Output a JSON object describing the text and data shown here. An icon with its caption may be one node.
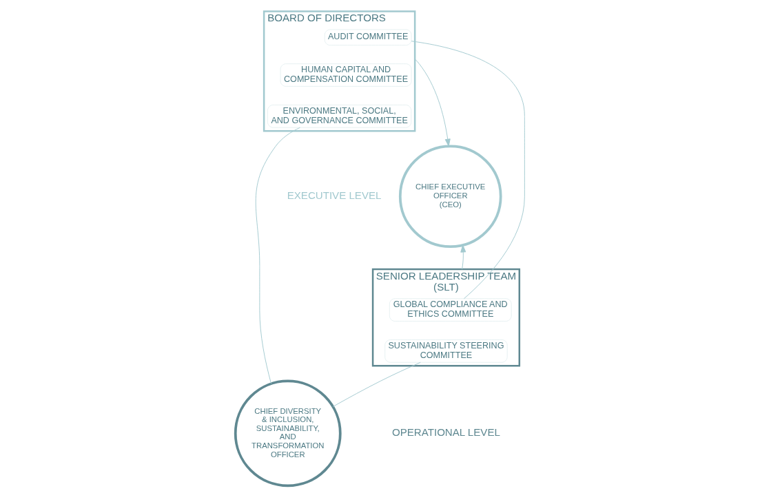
{
  "diagram": {
    "nodes": [
      {
        "text": [
          "BOARD OF DIRECTORS"
        ]
      },
      {
        "text": [
          "AUDIT COMMITTEE"
        ],
        "in": 0
      },
      {
        "text": [
          "HUMAN CAPITAL AND COMPENSATION COMMITTEE"
        ],
        "in": 0
      },
      {
        "text": [
          "ENVIRONMENTAL, SOCIAL, AND GOVERNANCE COMMITTEE"
        ],
        "in": 0
      },
      {
        "text": [
          "CHIEF EXECUTIVE OFFICER",
          "(CEO)"
        ]
      },
      {
        "text": [
          "SENIOR LEADERSHIP TEAM (SLT)"
        ]
      },
      {
        "text": [
          "GLOBAL COMPLIANCE AND ETHICS COMMITTEE"
        ],
        "in": 5
      },
      {
        "text": [
          "SUSTAINABILITY STEERING COMMITTEE"
        ],
        "in": 5
      },
      {
        "text": [
          "CHIEF DIVERSITY & INCLUSION, SUSTAINABILITY, AND TRANSFORMATION OFFICER"
        ]
      }
    ],
    "edges": [
      {
        "from": 0,
        "to": 4,
        "arrow": "to"
      },
      {
        "from": 5,
        "to": 4,
        "arrow": "to"
      },
      {
        "from": 1,
        "to": 6,
        "arrow": "none"
      },
      {
        "from": 3,
        "to": 8,
        "arrow": "none"
      },
      {
        "from": 7,
        "to": 8,
        "arrow": "none"
      }
    ],
    "labels": [
      "EXECUTIVE LEVEL",
      "OPERATIONAL LEVEL"
    ]
  }
}
